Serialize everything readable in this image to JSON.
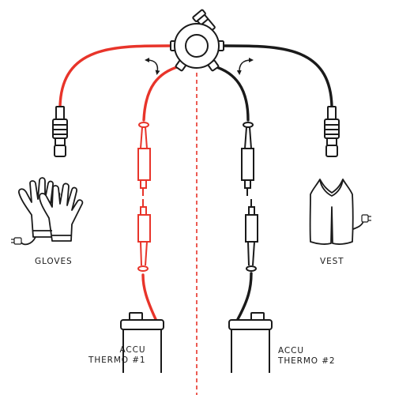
{
  "labels": {
    "gloves": "GLOVES",
    "vest": "VEST",
    "accu_1_line1": "ACCU",
    "accu_1_line2": "THERMO #1",
    "accu_2_line1": "ACCU",
    "accu_2_line2": "THERMO #2"
  },
  "colors": {
    "left_cable": "#e8342a",
    "right_cable": "#1a1a1a",
    "outline": "#1a1a1a",
    "divider": "#e8342a",
    "background": "#ffffff"
  },
  "icons": [
    "gloves-icon",
    "vest-icon",
    "plug-icon",
    "rotate-arrow-icon",
    "splitter-hub-icon",
    "battery-icon"
  ]
}
